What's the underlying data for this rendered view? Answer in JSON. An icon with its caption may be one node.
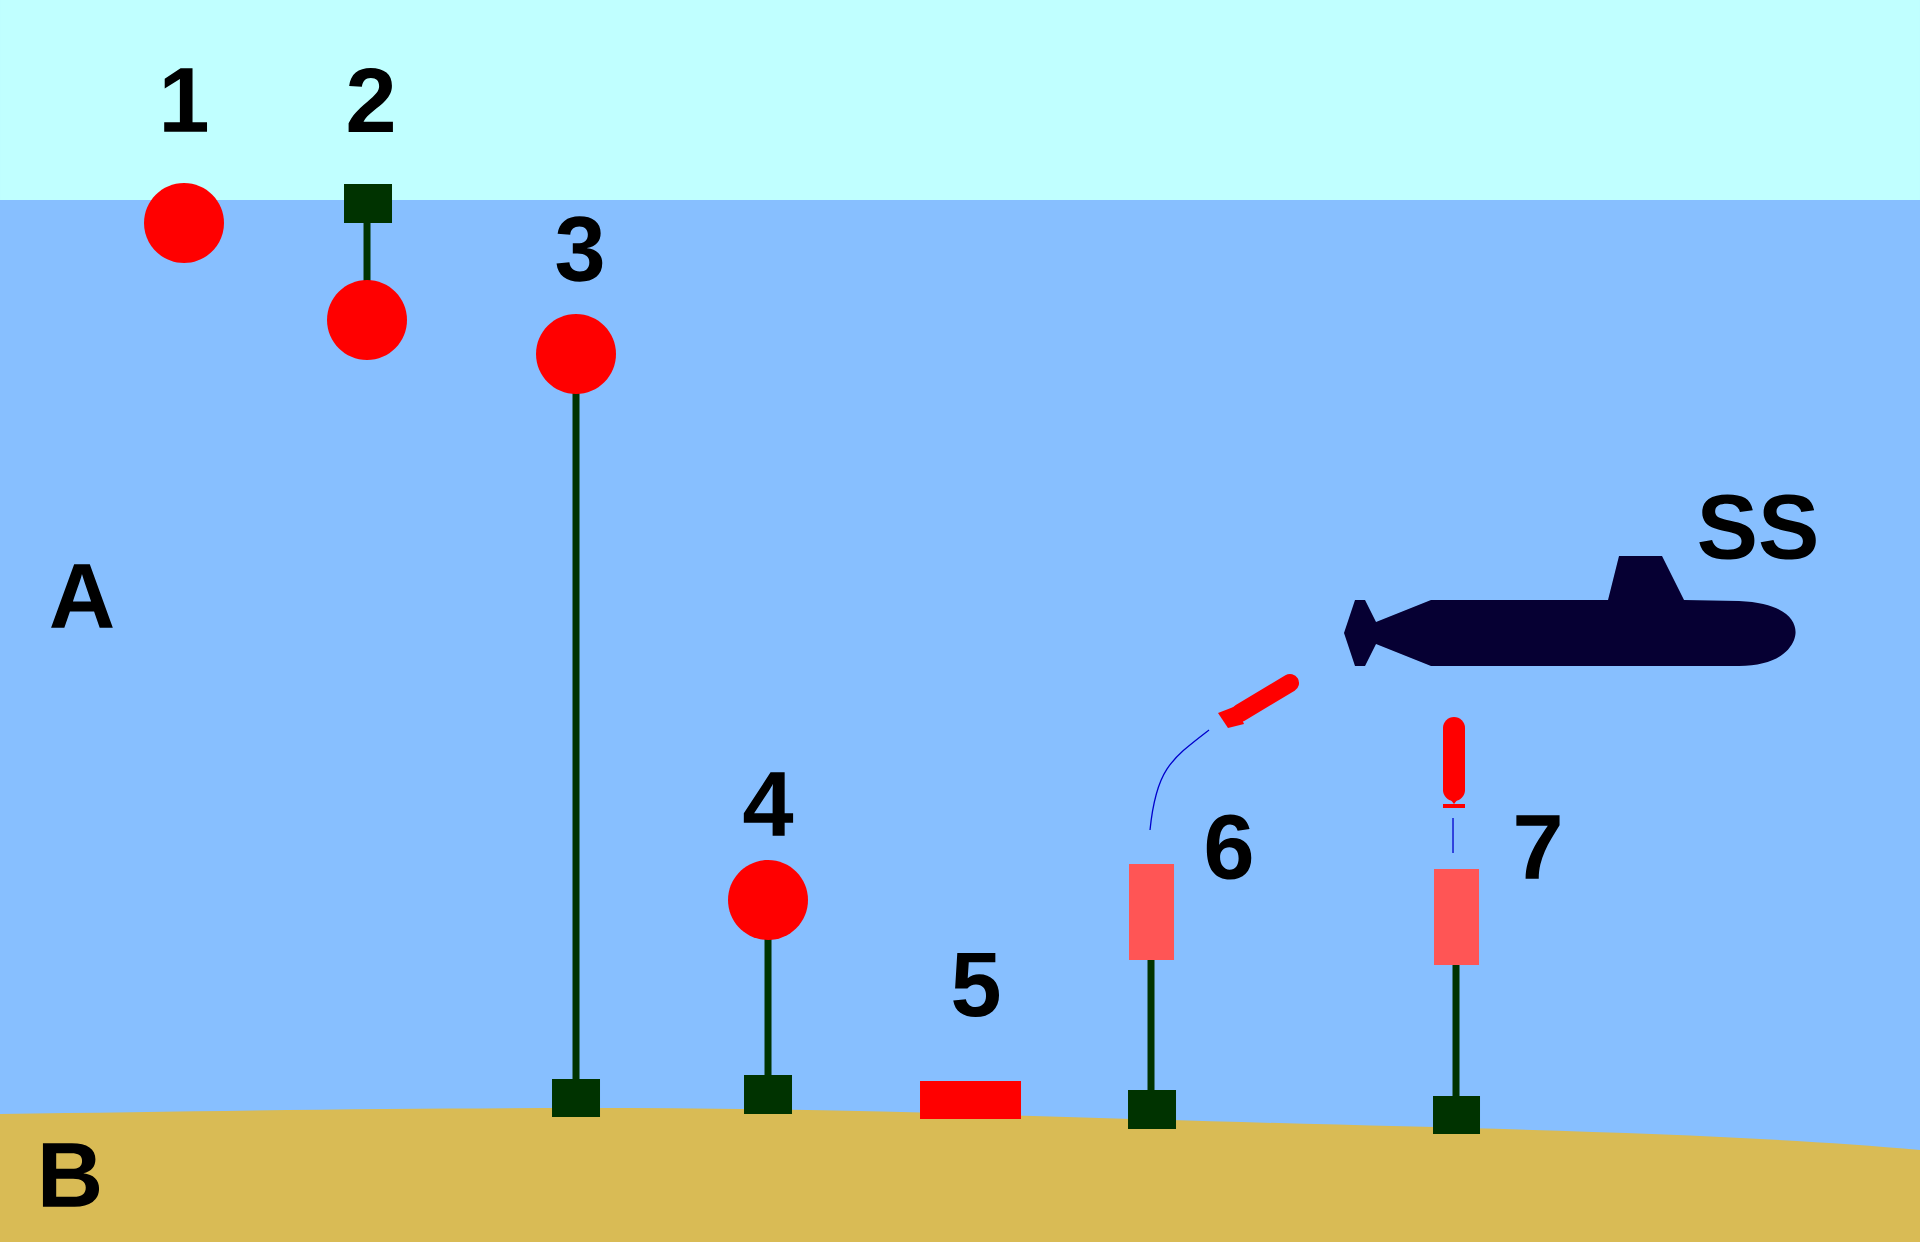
{
  "diagram": {
    "labels": [
      "1",
      "2",
      "3",
      "SS",
      "A",
      "4",
      "6",
      "7",
      "5",
      "B"
    ]
  }
}
